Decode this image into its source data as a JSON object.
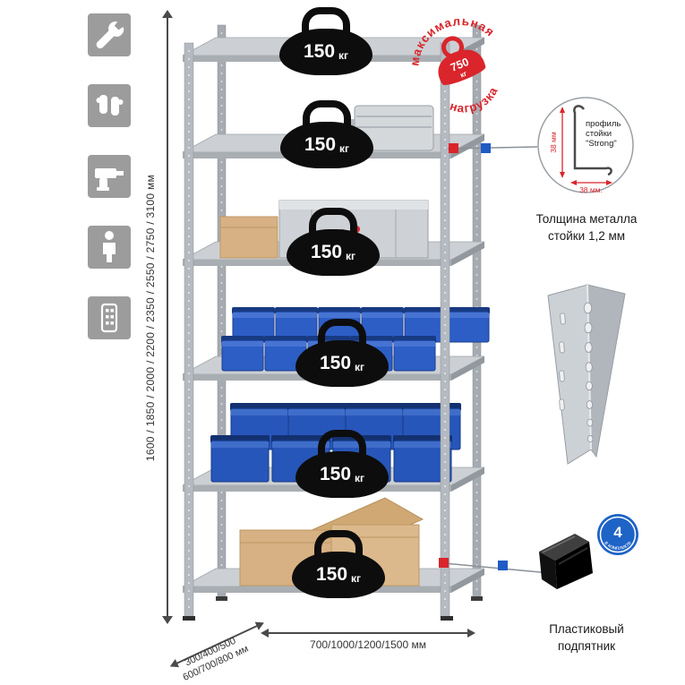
{
  "theme": {
    "background": "#ffffff",
    "icon_tile": "#9c9c9c",
    "accent_red": "#d9252b",
    "accent_blue": "#1f5bc4",
    "metal_gray": "#c7ccd1",
    "bin_blue": "#2d5ec6",
    "carton_tan": "#d7b183",
    "weight_black": "#0d0d0d"
  },
  "sidebar_icons": [
    {
      "name": "wrench"
    },
    {
      "name": "gloves"
    },
    {
      "name": "drill"
    },
    {
      "name": "person"
    },
    {
      "name": "perforated-post"
    }
  ],
  "stamp": {
    "top_text": "максимальная",
    "bottom_text": "нагрузка",
    "value": "750",
    "unit": "кг"
  },
  "rack": {
    "shelf_count": 6,
    "shelf_load": {
      "value": "150",
      "unit": "кг"
    }
  },
  "dims": {
    "height": "1600 / 1850 / 2000 / 2200 / 2350 / 2550 / 2750 / 3100 мм",
    "depth_line1": "300/400/500",
    "depth_line2": "600/700/800 мм",
    "width": "700/1000/1200/1500 мм"
  },
  "profile_detail": {
    "label_line1": "профиль",
    "label_line2": "стойки",
    "label_line3": "\"Strong\"",
    "dim_vertical": "38 мм",
    "dim_horizontal": "38 мм.",
    "caption_line1": "Толщина металла",
    "caption_line2": "стойки 1,2 мм"
  },
  "foot_detail": {
    "badge_number": "4",
    "badge_text": "в комплекте",
    "caption_line1": "Пластиковый",
    "caption_line2": "подпятник"
  }
}
